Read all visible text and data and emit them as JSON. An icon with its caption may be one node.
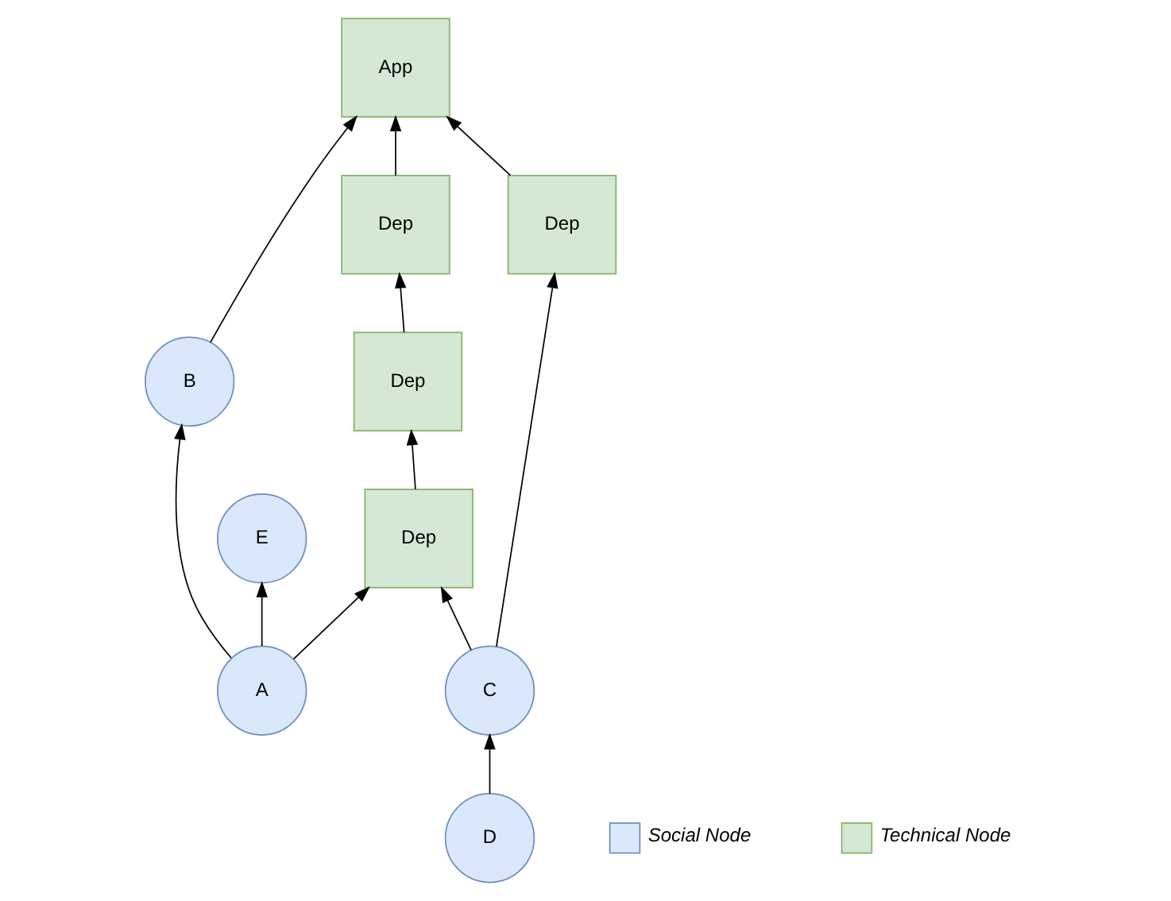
{
  "diagram": {
    "nodes": [
      {
        "text": [
          "App"
        ]
      },
      {
        "text": [
          "B"
        ]
      },
      {
        "text": [
          "E"
        ]
      },
      {
        "text": [
          "Dep"
        ]
      },
      {
        "text": [
          "Dep"
        ]
      },
      {
        "text": [
          "Dep"
        ]
      },
      {
        "text": [
          "A"
        ]
      },
      {
        "text": [
          "Dep"
        ]
      },
      {
        "text": [
          "C"
        ]
      },
      {
        "text": [
          "D"
        ]
      }
    ],
    "edges": [
      {
        "from": 6,
        "to": 1,
        "arrow": "to"
      },
      {
        "from": 1,
        "to": 0,
        "arrow": "to"
      },
      {
        "from": 5,
        "to": 0,
        "arrow": "to"
      },
      {
        "from": 4,
        "to": 0,
        "arrow": "to"
      },
      {
        "from": 3,
        "to": 4,
        "arrow": "to"
      },
      {
        "from": 6,
        "to": 2,
        "arrow": "to"
      },
      {
        "from": 6,
        "to": 7,
        "arrow": "to"
      },
      {
        "from": 7,
        "to": 3,
        "arrow": "to"
      },
      {
        "from": 8,
        "to": 7,
        "arrow": "to"
      },
      {
        "from": 8,
        "to": 5,
        "arrow": "to"
      },
      {
        "from": 9,
        "to": 8,
        "arrow": "to"
      }
    ],
    "legend": [
      {
        "text": "Social Node",
        "color": "#dae8fc"
      },
      {
        "text": "Technical Node",
        "color": "#d5e8d4"
      }
    ]
  }
}
